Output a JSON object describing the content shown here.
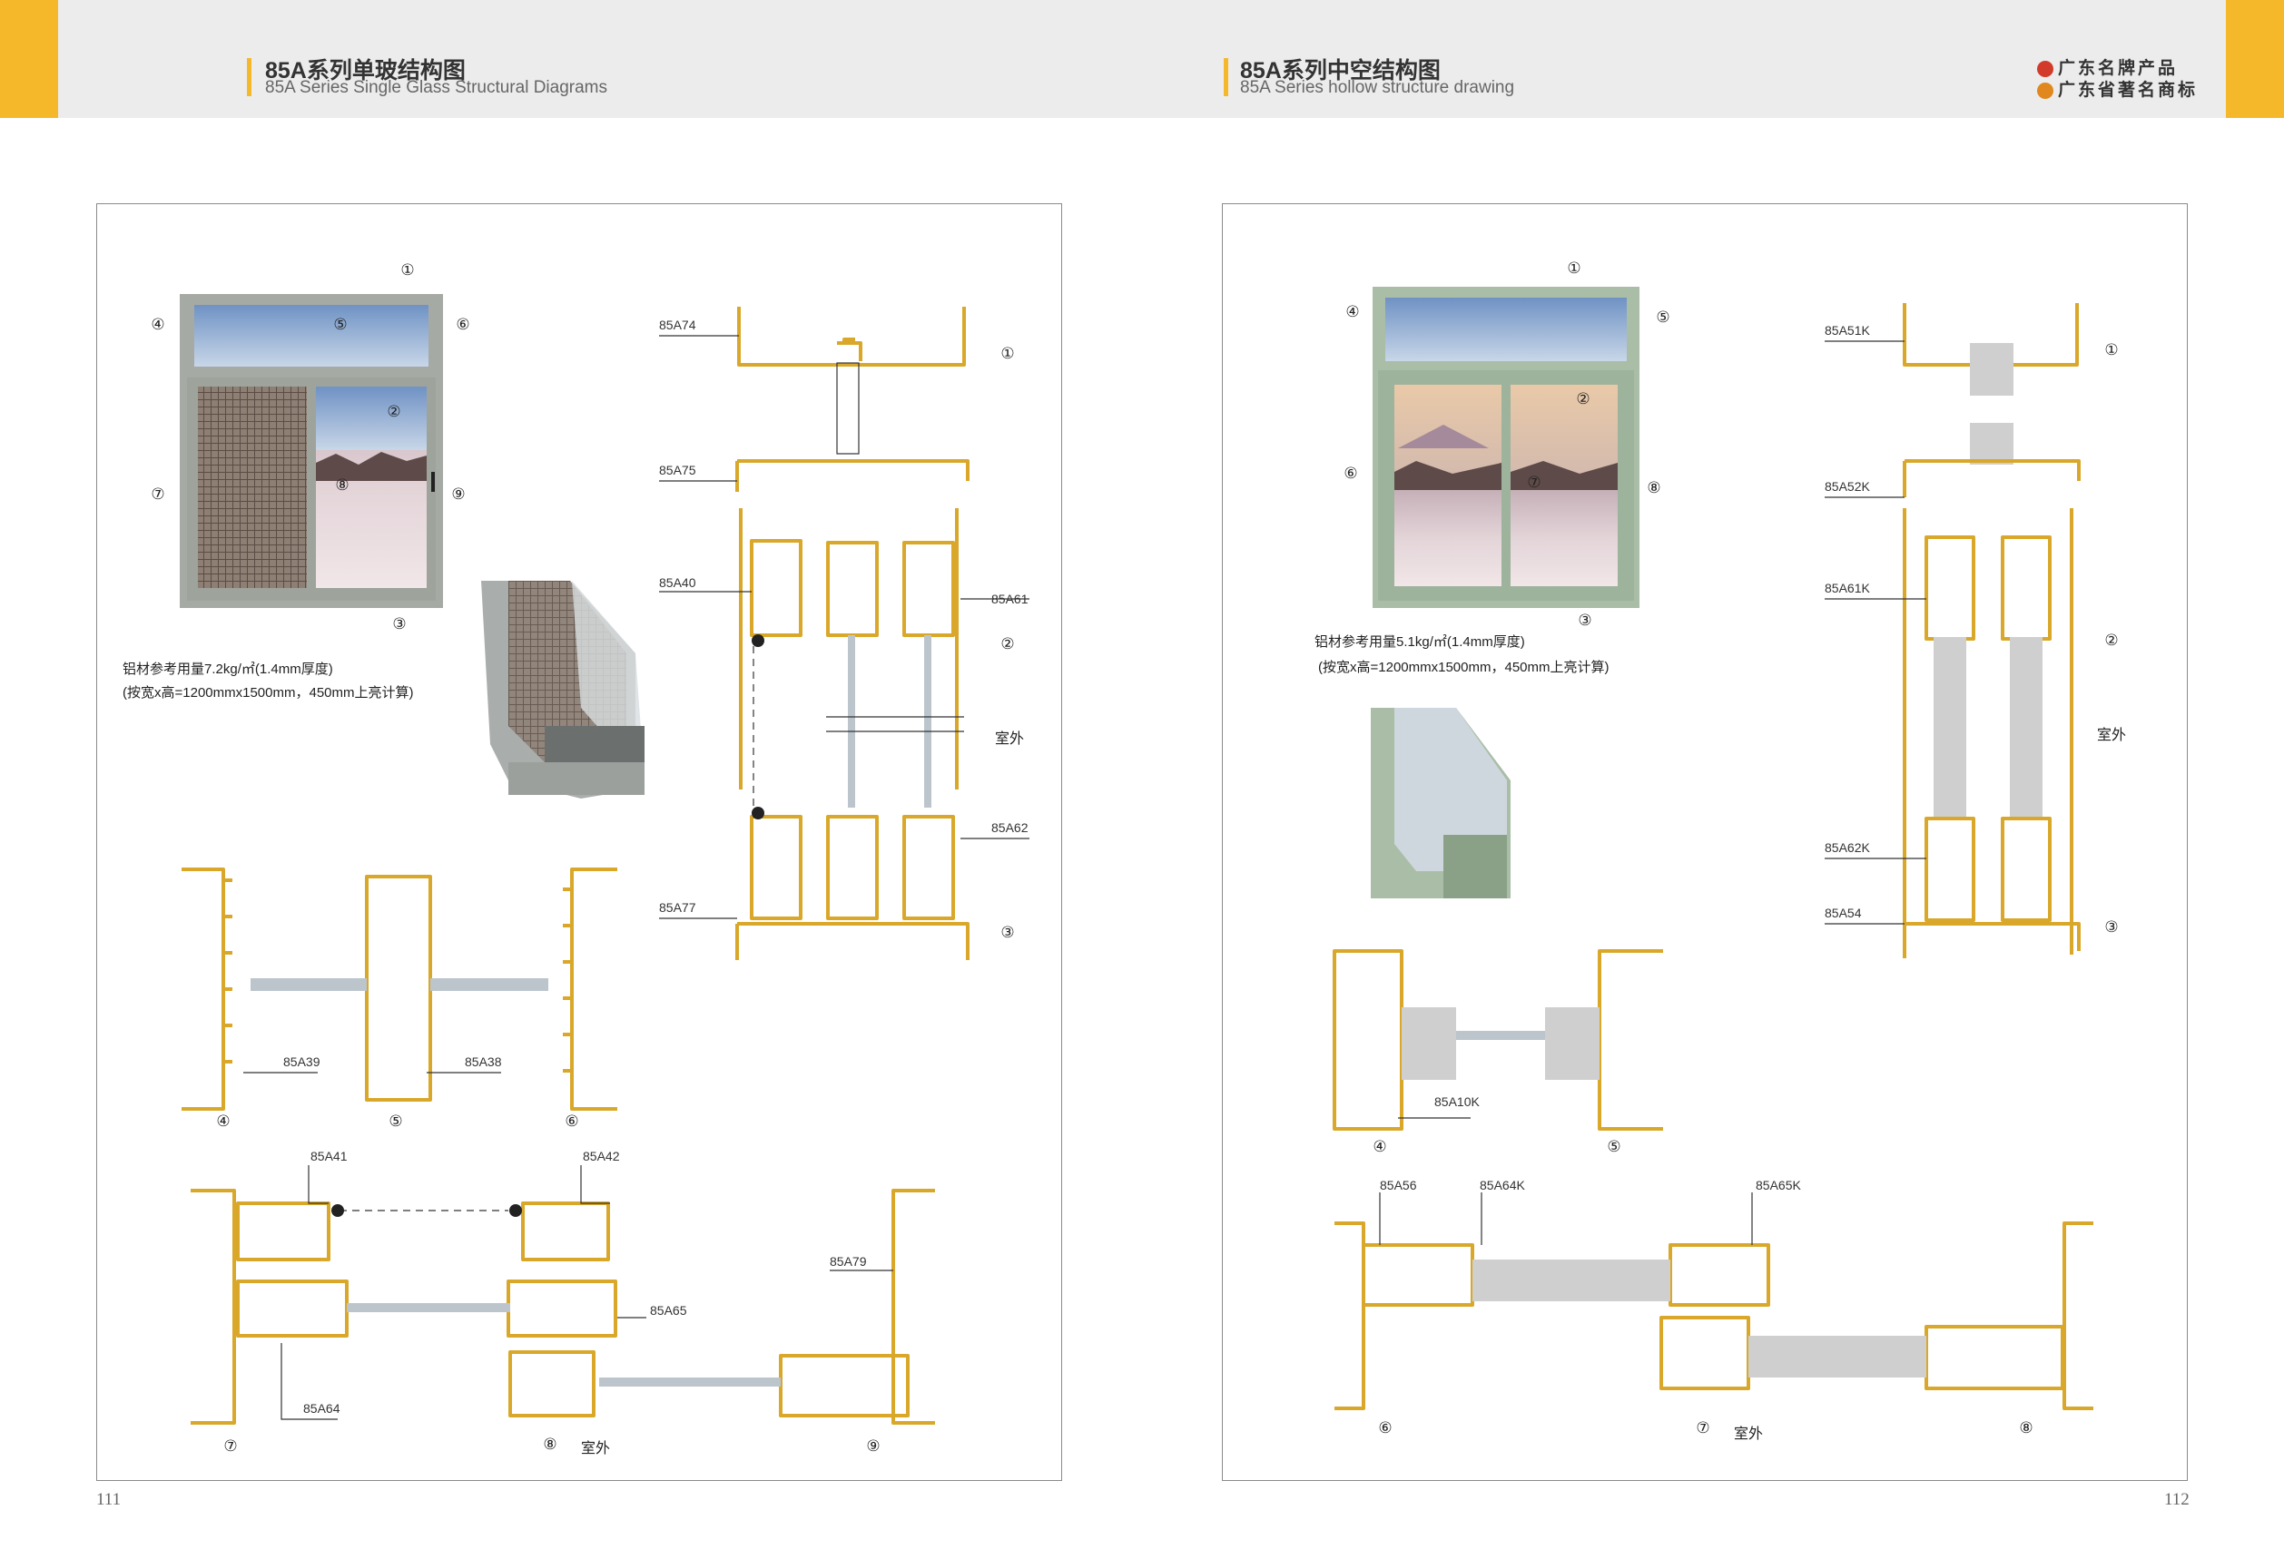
{
  "header": {
    "left": {
      "title": "85A系列单玻结构图",
      "subtitle": "85A Series Single Glass Structural Diagrams"
    },
    "right": {
      "title": "85A系列中空结构图",
      "subtitle": "85A Series hollow structure drawing"
    },
    "brand": [
      "广东名牌产品",
      "广东省著名商标"
    ]
  },
  "left_page": {
    "page_number": "111",
    "note_line1": "铝材参考用量7.2kg/㎡(1.4mm厚度)",
    "note_line2": "(按宽x高=1200mmx1500mm，450mm上亮计算)",
    "outside": "室外",
    "outside_bottom": "室外",
    "labels": {
      "a74": "85A74",
      "a75": "85A75",
      "a40": "85A40",
      "a61": "85A61",
      "a62": "85A62",
      "a77": "85A77",
      "a39": "85A39",
      "a38": "85A38",
      "a41": "85A41",
      "a42": "85A42",
      "a79": "85A79",
      "a65": "85A65",
      "a64": "85A64"
    },
    "circled": [
      "①",
      "②",
      "③",
      "④",
      "⑤",
      "⑥",
      "⑦",
      "⑧",
      "⑨"
    ]
  },
  "right_page": {
    "page_number": "112",
    "note_line1": "铝材参考用量5.1kg/㎡(1.4mm厚度)",
    "note_line2": "(按宽x高=1200mmx1500mm，450mm上亮计算)",
    "outside": "室外",
    "outside_bottom": "室外",
    "labels": {
      "a51k": "85A51K",
      "a52k": "85A52K",
      "a61k": "85A61K",
      "a62k": "85A62K",
      "a54": "85A54",
      "a10k": "85A10K",
      "a56": "85A56",
      "a64k": "85A64K",
      "a65k": "85A65K"
    },
    "circled": [
      "①",
      "②",
      "③",
      "④",
      "⑤",
      "⑥",
      "⑦",
      "⑧"
    ]
  },
  "colors": {
    "accent": "#f5b82b",
    "profile": "#d9a82a",
    "frame_single": "#a6aaa4",
    "frame_hollow": "#a9bda7"
  }
}
